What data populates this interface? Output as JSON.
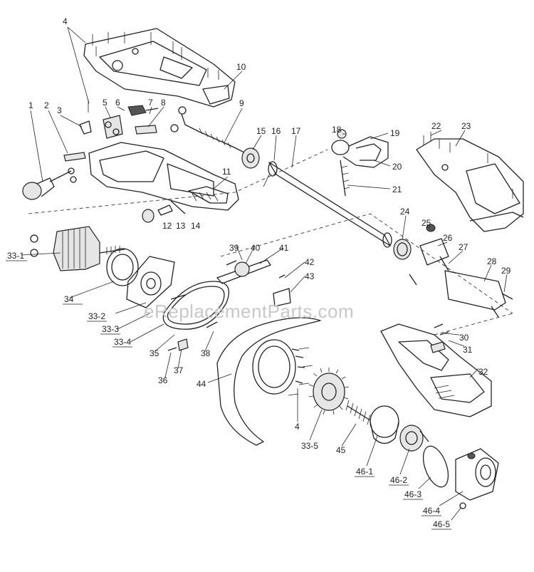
{
  "watermark": "eReplacementParts.com",
  "callouts": [
    {
      "label": "1"
    },
    {
      "label": "2"
    },
    {
      "label": "3"
    },
    {
      "label": "4"
    },
    {
      "label": "5"
    },
    {
      "label": "6"
    },
    {
      "label": "7"
    },
    {
      "label": "8"
    },
    {
      "label": "9"
    },
    {
      "label": "10"
    },
    {
      "label": "11"
    },
    {
      "label": "12"
    },
    {
      "label": "13"
    },
    {
      "label": "14"
    },
    {
      "label": "15"
    },
    {
      "label": "16"
    },
    {
      "label": "17"
    },
    {
      "label": "18"
    },
    {
      "label": "19"
    },
    {
      "label": "20"
    },
    {
      "label": "21"
    },
    {
      "label": "22"
    },
    {
      "label": "23"
    },
    {
      "label": "24"
    },
    {
      "label": "25"
    },
    {
      "label": "26"
    },
    {
      "label": "27"
    },
    {
      "label": "28"
    },
    {
      "label": "29"
    },
    {
      "label": "30"
    },
    {
      "label": "31"
    },
    {
      "label": "32"
    },
    {
      "label": "33-1"
    },
    {
      "label": "34"
    },
    {
      "label": "33-2"
    },
    {
      "label": "33-3"
    },
    {
      "label": "33-4"
    },
    {
      "label": "35"
    },
    {
      "label": "36"
    },
    {
      "label": "37"
    },
    {
      "label": "38"
    },
    {
      "label": "39"
    },
    {
      "label": "40"
    },
    {
      "label": "41"
    },
    {
      "label": "42"
    },
    {
      "label": "43"
    },
    {
      "label": "44"
    },
    {
      "label": "4"
    },
    {
      "label": "33-5"
    },
    {
      "label": "45"
    },
    {
      "label": "46-1"
    },
    {
      "label": "46-2"
    },
    {
      "label": "46-3"
    },
    {
      "label": "46-4"
    },
    {
      "label": "46-5"
    }
  ]
}
